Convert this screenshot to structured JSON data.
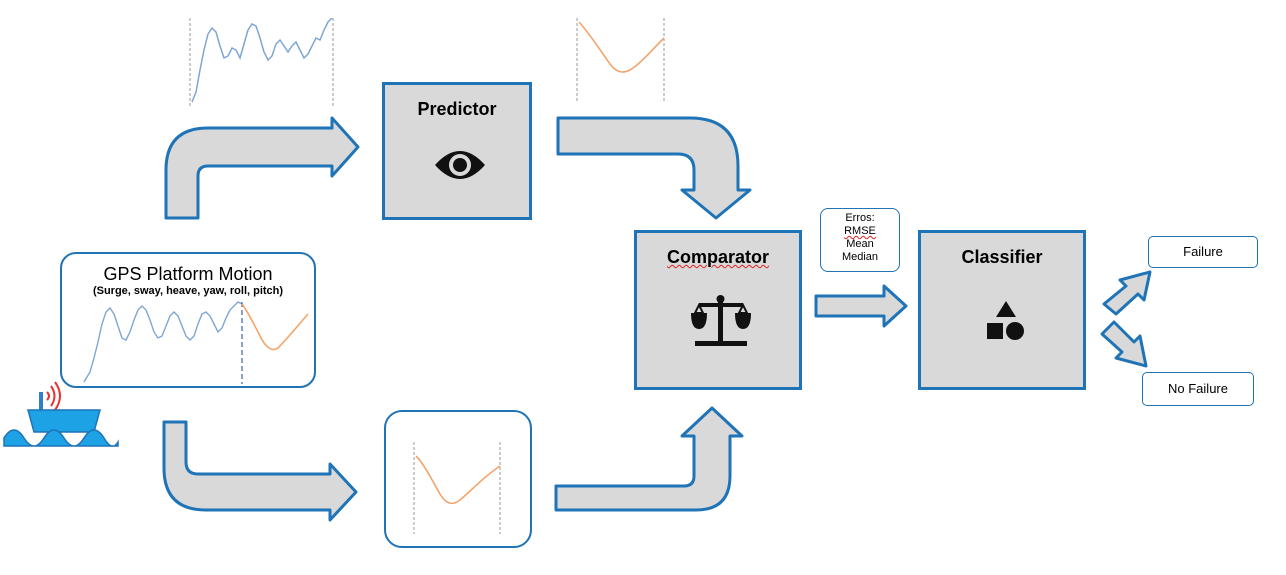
{
  "gps": {
    "title": "GPS Platform Motion",
    "subtitle": "(Surge, sway, heave, yaw, roll, pitch)"
  },
  "predictor": {
    "title": "Predictor",
    "icon": "eye-icon"
  },
  "comparator": {
    "title": "Comparator",
    "icon": "balance-scale-icon"
  },
  "classifier": {
    "title": "Classifier",
    "icon": "shapes-icon"
  },
  "errors": {
    "label": "Erros:",
    "items": [
      "RMSE",
      "Mean",
      "Median"
    ]
  },
  "outputs": {
    "failure": "Failure",
    "no_failure": "No Failure"
  },
  "colors": {
    "border_blue": "#1f73b7",
    "box_fill": "#d9d9d9",
    "signal_blue": "#6f9fd0",
    "signal_orange": "#f4a46a"
  }
}
